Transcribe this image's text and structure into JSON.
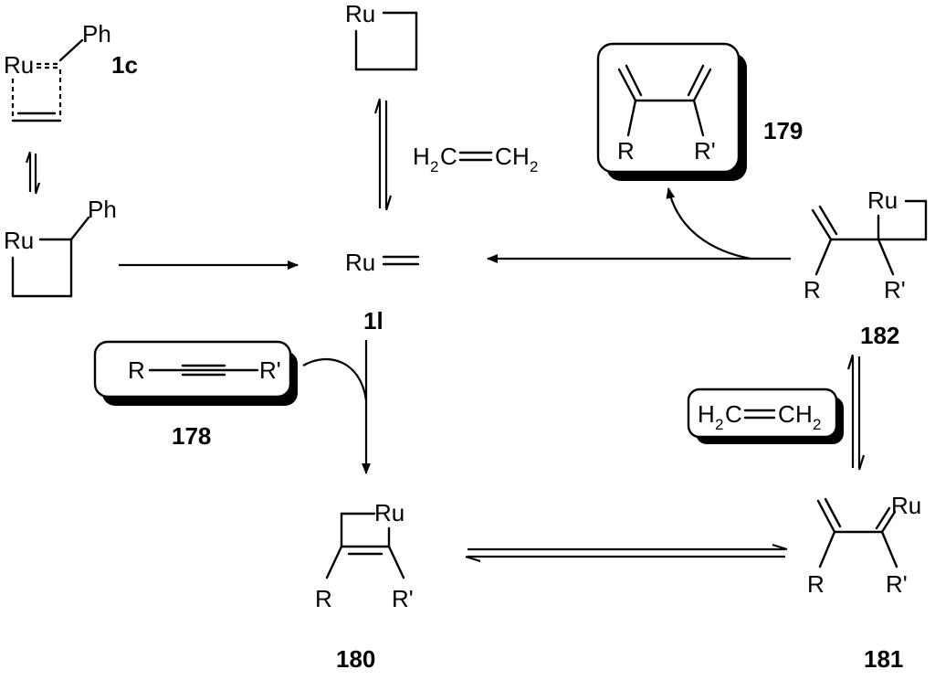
{
  "labels": {
    "ph": "Ph",
    "ru": "Ru",
    "r": "R",
    "r_prime": "R'",
    "h": "H",
    "c": "C",
    "two": "2"
  },
  "compounds": {
    "c1c": "1c",
    "c1l": "1l",
    "c178": "178",
    "c179": "179",
    "c180": "180",
    "c181": "181",
    "c182": "182"
  }
}
